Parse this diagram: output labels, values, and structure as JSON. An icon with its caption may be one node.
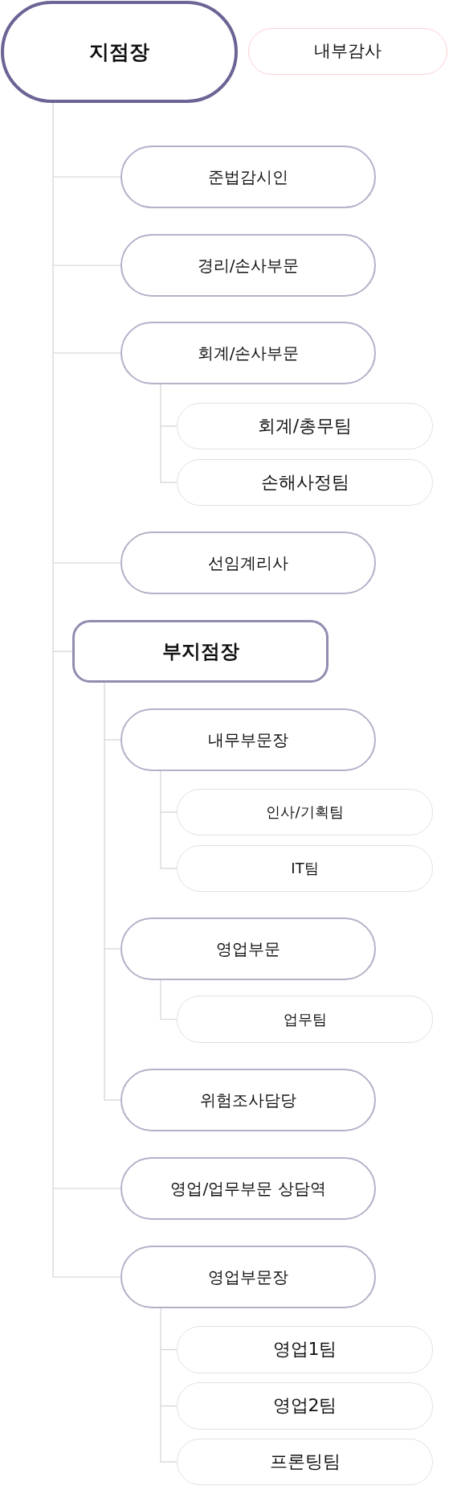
{
  "diagram": {
    "nodes": [
      {
        "text": [
          "지점장"
        ]
      },
      {
        "text": [
          "내부감사"
        ]
      },
      {
        "text": [
          "준법감시인"
        ]
      },
      {
        "text": [
          "경리/손사부문"
        ]
      },
      {
        "text": [
          "회계/손사부문"
        ]
      },
      {
        "text": [
          "회계/총무팀"
        ]
      },
      {
        "text": [
          "손해사정팀"
        ]
      },
      {
        "text": [
          "선임계리사"
        ]
      },
      {
        "text": [
          "부지점장"
        ]
      },
      {
        "text": [
          "내무부문장"
        ]
      },
      {
        "text": [
          "인사/기획팀"
        ]
      },
      {
        "text": [
          "IT팀"
        ]
      },
      {
        "text": [
          "영업부문"
        ]
      },
      {
        "text": [
          "업무팀"
        ]
      },
      {
        "text": [
          "위험조사담당"
        ]
      },
      {
        "text": [
          "영업/업무부문 상담역"
        ]
      },
      {
        "text": [
          "영업부문장"
        ]
      },
      {
        "text": [
          "영업1팀"
        ]
      },
      {
        "text": [
          "영업2팀"
        ]
      },
      {
        "text": [
          "프론팅팀"
        ]
      }
    ],
    "edges": [
      {
        "from": 0,
        "to": 2,
        "arrow": "none"
      },
      {
        "from": 0,
        "to": 3,
        "arrow": "none"
      },
      {
        "from": 0,
        "to": 4,
        "arrow": "none"
      },
      {
        "from": 4,
        "to": 5,
        "arrow": "none"
      },
      {
        "from": 4,
        "to": 6,
        "arrow": "none"
      },
      {
        "from": 0,
        "to": 7,
        "arrow": "none"
      },
      {
        "from": 0,
        "to": 8,
        "arrow": "none"
      },
      {
        "from": 8,
        "to": 9,
        "arrow": "none"
      },
      {
        "from": 9,
        "to": 10,
        "arrow": "none"
      },
      {
        "from": 9,
        "to": 11,
        "arrow": "none"
      },
      {
        "from": 8,
        "to": 12,
        "arrow": "none"
      },
      {
        "from": 12,
        "to": 13,
        "arrow": "none"
      },
      {
        "from": 8,
        "to": 14,
        "arrow": "none"
      },
      {
        "from": 0,
        "to": 15,
        "arrow": "none"
      },
      {
        "from": 0,
        "to": 16,
        "arrow": "none"
      },
      {
        "from": 16,
        "to": 17,
        "arrow": "none"
      },
      {
        "from": 16,
        "to": 18,
        "arrow": "none"
      },
      {
        "from": 16,
        "to": 19,
        "arrow": "none"
      }
    ]
  }
}
